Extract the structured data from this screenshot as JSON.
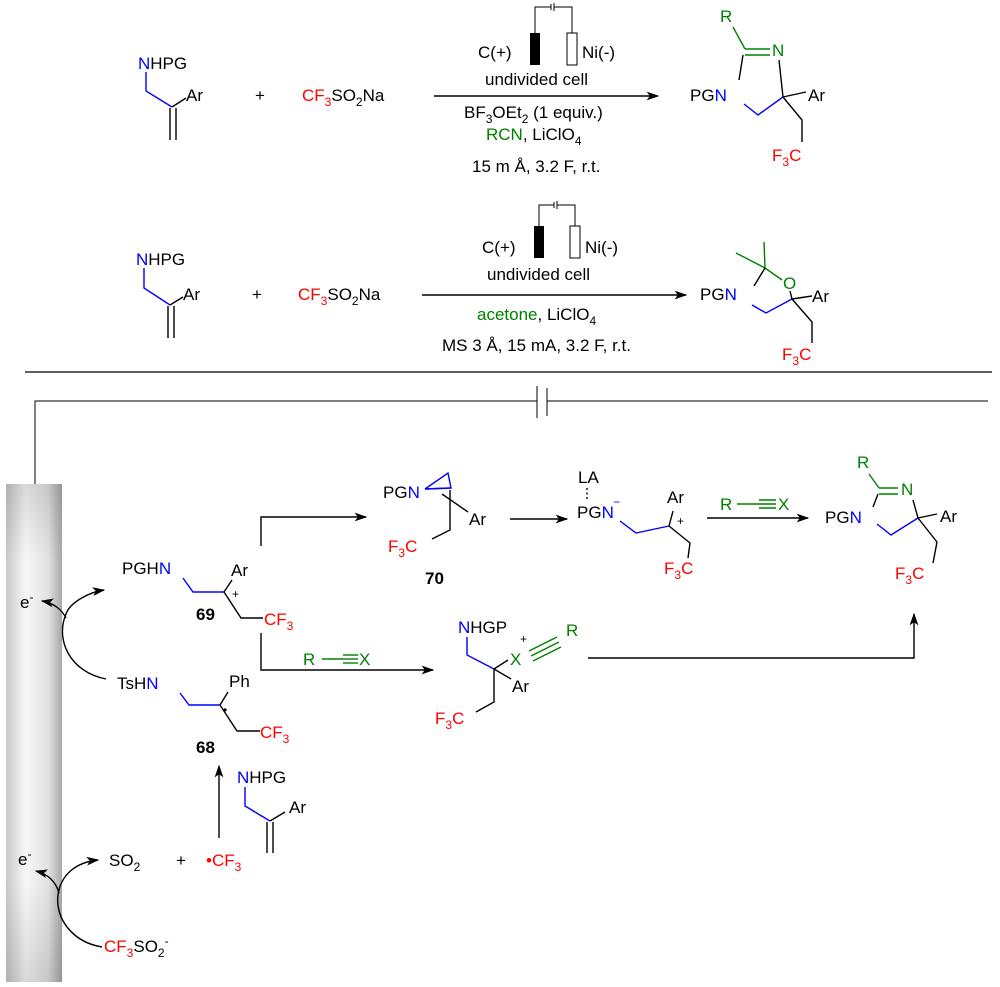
{
  "colors": {
    "nitrogen_blue": "#0000ff",
    "cf3_red": "#ff0000",
    "reagent_green": "#008000",
    "electrode_gray": "#c8c8c8"
  },
  "reaction1": {
    "substrate": {
      "n": "N",
      "hpg": "HPG",
      "ar": "Ar"
    },
    "plus": "+",
    "reagent": {
      "cf3": "CF",
      "sub3": "3",
      "so2na": "SO",
      "sub2": "2",
      "na": "Na"
    },
    "cell": {
      "anode": "C(+)",
      "cathode": "Ni(-)",
      "cell_type": "undivided cell"
    },
    "conditions": {
      "line1_pre": "BF",
      "line1_sub3": "3",
      "line1_mid": "OEt",
      "line1_sub2": "2",
      "line1_post": " (1 equiv.)",
      "line2_green": "RCN",
      "line2_rest": ", LiClO",
      "line2_sub": "4",
      "line3": "15 m Å, 3.2 F, r.t."
    },
    "product": {
      "r": "R",
      "n_ring": "N",
      "pg": "PG",
      "n": "N",
      "ar": "Ar",
      "f3c": "F",
      "sub3": "3",
      "c": "C"
    }
  },
  "reaction2": {
    "substrate": {
      "n": "N",
      "hpg": "HPG",
      "ar": "Ar"
    },
    "plus": "+",
    "reagent": {
      "cf3": "CF",
      "sub3": "3",
      "so2na": "SO",
      "sub2": "2",
      "na": "Na"
    },
    "cell": {
      "anode": "C(+)",
      "cathode": "Ni(-)",
      "cell_type": "undivided cell"
    },
    "conditions": {
      "line1_green": "acetone",
      "line1_rest": ", LiClO",
      "line1_sub": "4",
      "line2": "MS 3 Å, 15 mA, 3.2 F, r.t."
    },
    "product": {
      "o": "O",
      "pg": "PG",
      "n": "N",
      "ar": "Ar",
      "f3c": "F",
      "sub3": "3",
      "c": "C"
    }
  },
  "mechanism": {
    "electron_top": "e",
    "electron_bottom": "e",
    "electron_sup": "-",
    "int69": {
      "pghn": "PGH",
      "n": "N",
      "ar": "Ar",
      "plus": "+",
      "label": "69",
      "cf3": "CF",
      "sub3": "3"
    },
    "int68": {
      "tshn": "TsH",
      "n": "N",
      "ph": "Ph",
      "dot": "•",
      "label": "68",
      "cf3": "CF",
      "sub3": "3"
    },
    "int70": {
      "pg": "PG",
      "n": "N",
      "ar": "Ar",
      "f3c": "F",
      "sub3": "3",
      "c": "C",
      "label": "70"
    },
    "open_ion": {
      "la": "LA",
      "pg": "PG",
      "n": "N",
      "minus": "−",
      "ar": "Ar",
      "plus": "+",
      "f3c": "F",
      "sub3": "3",
      "c": "C"
    },
    "nitrilium": {
      "n": "N",
      "hgp": "HGP",
      "x": "X",
      "plus": "+",
      "r": "R",
      "ar": "Ar",
      "f3c": "F",
      "sub3": "3",
      "c": "C"
    },
    "product": {
      "r": "R",
      "n_ring": "N",
      "pg": "PG",
      "n": "N",
      "ar": "Ar",
      "f3c": "F",
      "sub3": "3",
      "c": "C"
    },
    "reagent_rx": {
      "r": "R",
      "x": "X"
    },
    "substrate": {
      "n": "N",
      "hpg": "HPG",
      "ar": "Ar"
    },
    "so2": {
      "so": "SO",
      "sub2": "2"
    },
    "plus": "+",
    "cf3_radical": {
      "dot": "•",
      "cf": "CF",
      "sub3": "3"
    },
    "triflinate": {
      "cf": "CF",
      "sub3": "3",
      "so": "SO",
      "sub2": "2",
      "minus": "-"
    }
  }
}
